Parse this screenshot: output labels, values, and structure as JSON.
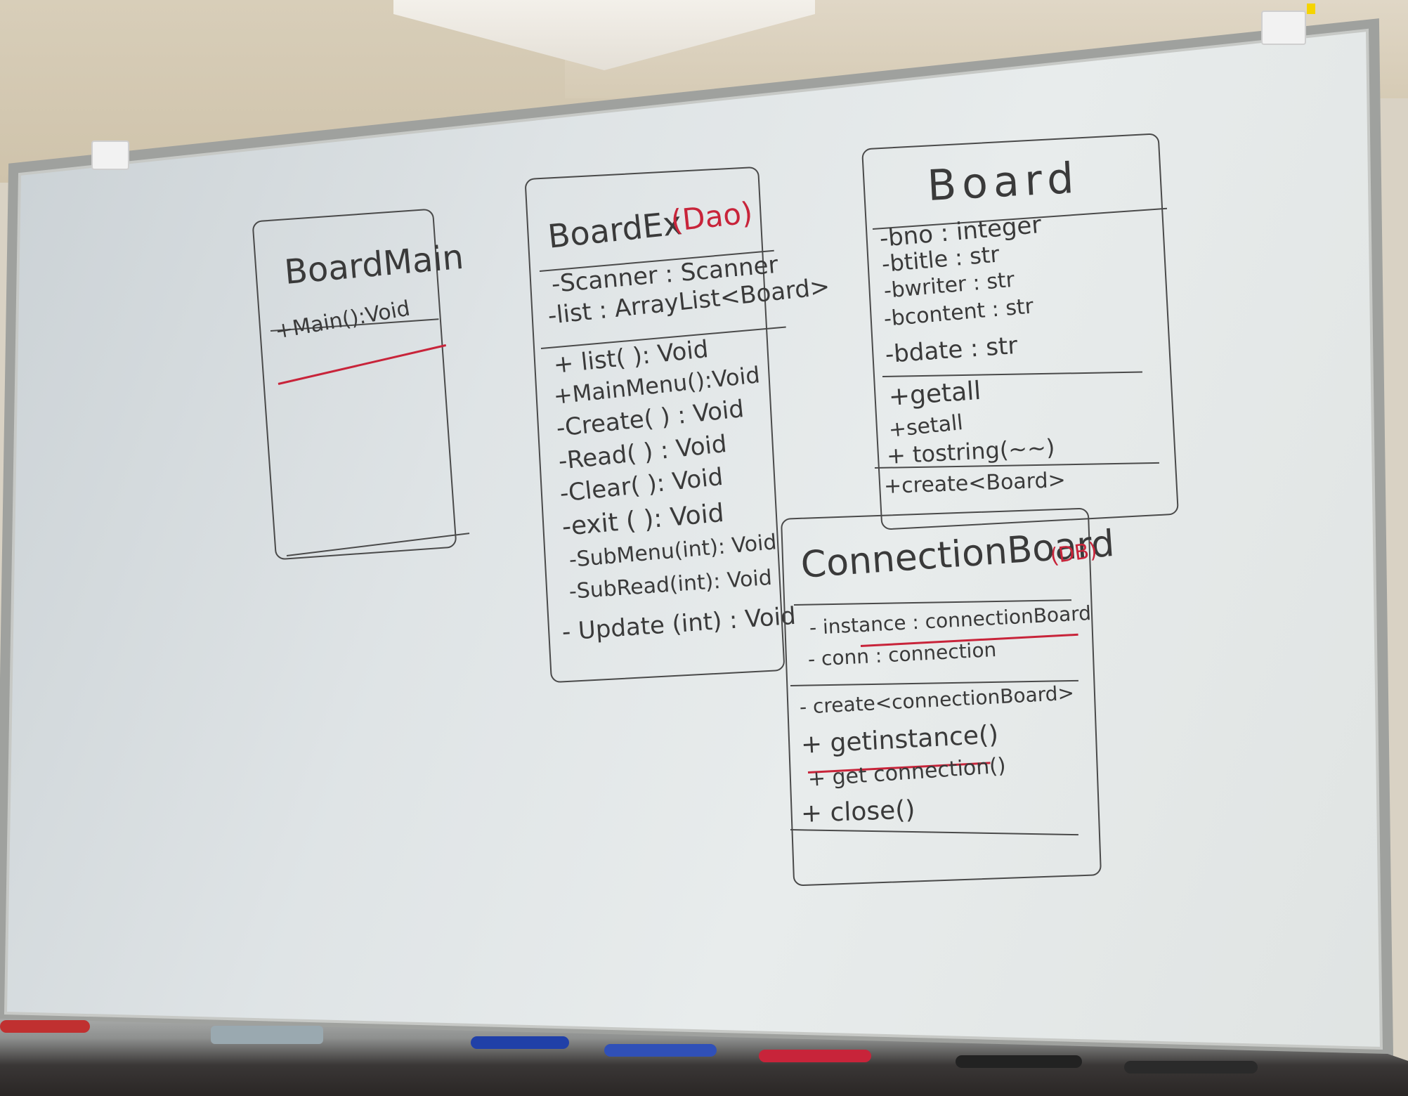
{
  "board_main": {
    "title": "BoardMain",
    "methods": [
      "+Main():Void"
    ]
  },
  "board_ex": {
    "title": "BoardEx",
    "stereotype": "(Dao)",
    "fields": [
      "-Scanner : Scanner",
      "-list : ArrayList<Board>"
    ],
    "methods": [
      "+ list( ): Void",
      "+MainMenu():Void",
      "-Create( ) : Void",
      "-Read( ) : Void",
      "-Clear( ): Void",
      "-exit ( ): Void",
      "-SubMenu(int): Void",
      "-SubRead(int): Void",
      "- Update (int) : Void"
    ]
  },
  "board": {
    "title": "Board",
    "fields": [
      "-bno : integer",
      "-btitle : str",
      "-bwriter : str",
      "-bcontent : str",
      "-bdate : str"
    ],
    "methods": [
      "+getall",
      "+setall",
      "+ tostring(~~)",
      "+create<Board>"
    ]
  },
  "connection_board": {
    "title": "ConnectionBoard",
    "stereotype": "(DB)",
    "fields": [
      "- instance : connectionBoard",
      "- conn : connection"
    ],
    "methods": [
      "- create<connectionBoard>",
      "+ getinstance()",
      "+ get connection()",
      "+ close()"
    ]
  },
  "colors": {
    "ink": "#3a3a3a",
    "red_ink": "#c8243a",
    "board": "#e3e7e8",
    "frame": "#a8aaa7"
  }
}
